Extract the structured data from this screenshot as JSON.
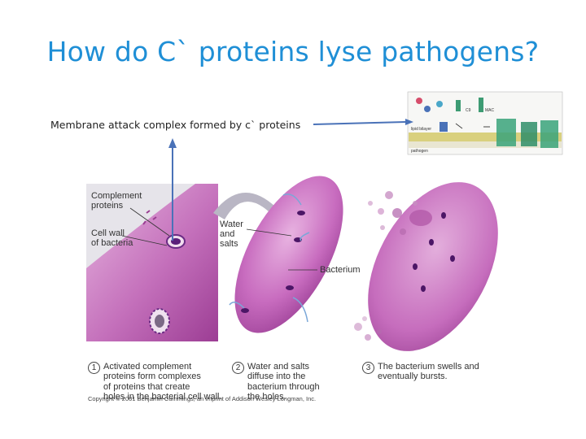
{
  "slide": {
    "title": "How do C` proteins lyse pathogens?",
    "caption": "Membrane attack complex formed by c` proteins"
  },
  "figure": {
    "labels": {
      "complement_proteins": "Complement\nproteins",
      "cell_wall": "Cell wall\nof bacteria",
      "water_salts": "Water\nand\nsalts",
      "bacterium": "Bacterium"
    },
    "steps": [
      {
        "num": "1",
        "text": "Activated complement\nproteins form complexes\nof proteins that create\nholes in the bacterial cell wall."
      },
      {
        "num": "2",
        "text": "Water and salts\ndiffuse into the\nbacterium through\nthe holes."
      },
      {
        "num": "3",
        "text": "The bacterium swells and\neventually bursts."
      }
    ],
    "credit": "Copyright © 2001 Benjamin Cummings, an imprint of Addison Wesley Longman, Inc."
  },
  "inset": {
    "labels": {
      "lipid_bilayer": "lipid bilayer",
      "pathogen": "pathogen",
      "c9": "C9",
      "mac": "MAC"
    }
  },
  "colors": {
    "title": "#1f8fd6",
    "arrow": "#4a72b8",
    "bacterium": "#c064b8",
    "hole": "#5a1f7a"
  }
}
